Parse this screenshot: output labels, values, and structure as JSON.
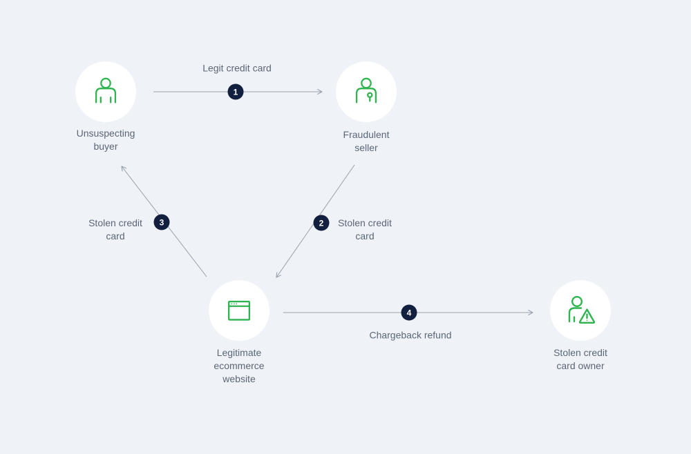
{
  "colors": {
    "background": "#eff2f7",
    "node_fill": "#ffffff",
    "icon_green": "#30b450",
    "badge_navy": "#121f3e",
    "badge_text": "#ffffff",
    "label_gray": "#5b6675",
    "line_gray": "#99a1ae"
  },
  "nodes": [
    {
      "id": "unsuspecting-buyer",
      "icon": "person-icon",
      "label": [
        "Unsuspecting",
        "buyer"
      ]
    },
    {
      "id": "fraudulent-seller",
      "icon": "person-key-icon",
      "label": [
        "Fraudulent",
        "seller"
      ]
    },
    {
      "id": "legitimate-ecommerce-website",
      "icon": "browser-window-icon",
      "label": [
        "Legitimate",
        "ecommerce",
        "website"
      ]
    },
    {
      "id": "stolen-credit-card-owner",
      "icon": "person-warning-icon",
      "label": [
        "Stolen credit",
        "card owner"
      ]
    }
  ],
  "edges": [
    {
      "step": "1",
      "label": [
        "Legit credit card"
      ],
      "from": "unsuspecting-buyer",
      "to": "fraudulent-seller"
    },
    {
      "step": "2",
      "label": [
        "Stolen credit",
        "card"
      ],
      "from": "fraudulent-seller",
      "to": "legitimate-ecommerce-website"
    },
    {
      "step": "3",
      "label": [
        "Stolen credit",
        "card"
      ],
      "from": "legitimate-ecommerce-website",
      "to": "unsuspecting-buyer"
    },
    {
      "step": "4",
      "label": [
        "Chargeback refund"
      ],
      "from": "legitimate-ecommerce-website",
      "to": "stolen-credit-card-owner"
    }
  ]
}
